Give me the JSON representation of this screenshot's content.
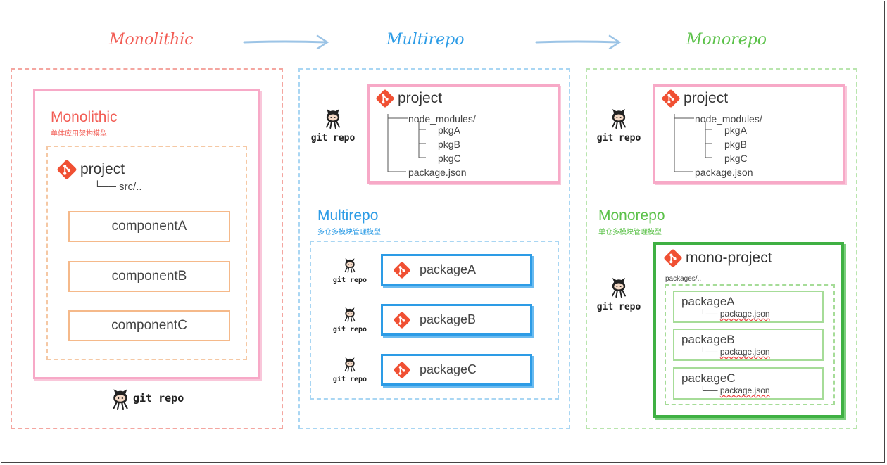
{
  "headers": {
    "monolithic": "Monolithic",
    "multirepo": "Multirepo",
    "monorepo": "Monorepo"
  },
  "colors": {
    "red": "#f25c54",
    "blue": "#2d9ce6",
    "green": "#5cc24a",
    "pink": "#f7a9c7",
    "orange": "#f5b98a",
    "git_orange": "#f05033"
  },
  "monolithic": {
    "section_title": "Monolithic",
    "section_subtitle": "单体应用架构模型",
    "project_name": "project",
    "src_line": "└── src/..",
    "components": [
      "componentA",
      "componentB",
      "componentC"
    ],
    "git_label": "git repo"
  },
  "multirepo": {
    "project_name": "project",
    "tree": {
      "node_modules": "node_modules/",
      "pkgs": [
        "pkgA",
        "pkgB",
        "pkgC"
      ],
      "package_json": "package.json"
    },
    "git_label": "git repo",
    "section_title": "Multirepo",
    "section_subtitle": "多仓多模块管理模型",
    "packages": [
      "packageA",
      "packageB",
      "packageC"
    ],
    "package_git_label": "git repo"
  },
  "monorepo": {
    "project_name": "project",
    "tree": {
      "node_modules": "node_modules/",
      "pkgs": [
        "pkgA",
        "pkgB",
        "pkgC"
      ],
      "package_json": "package.json"
    },
    "git_label": "git repo",
    "section_title": "Monorepo",
    "section_subtitle": "单仓多模块管理模型",
    "mono_project_name": "mono-project",
    "packages_dir": "packages/..",
    "packages": [
      {
        "name": "packageA",
        "file": "package.json"
      },
      {
        "name": "packageB",
        "file": "package.json"
      },
      {
        "name": "packageC",
        "file": "package.json"
      }
    ],
    "mono_git_label": "git repo"
  },
  "icons": {
    "git_logo": "git-logo-icon",
    "octocat": "octocat-icon",
    "arrow": "arrow-right-icon"
  }
}
